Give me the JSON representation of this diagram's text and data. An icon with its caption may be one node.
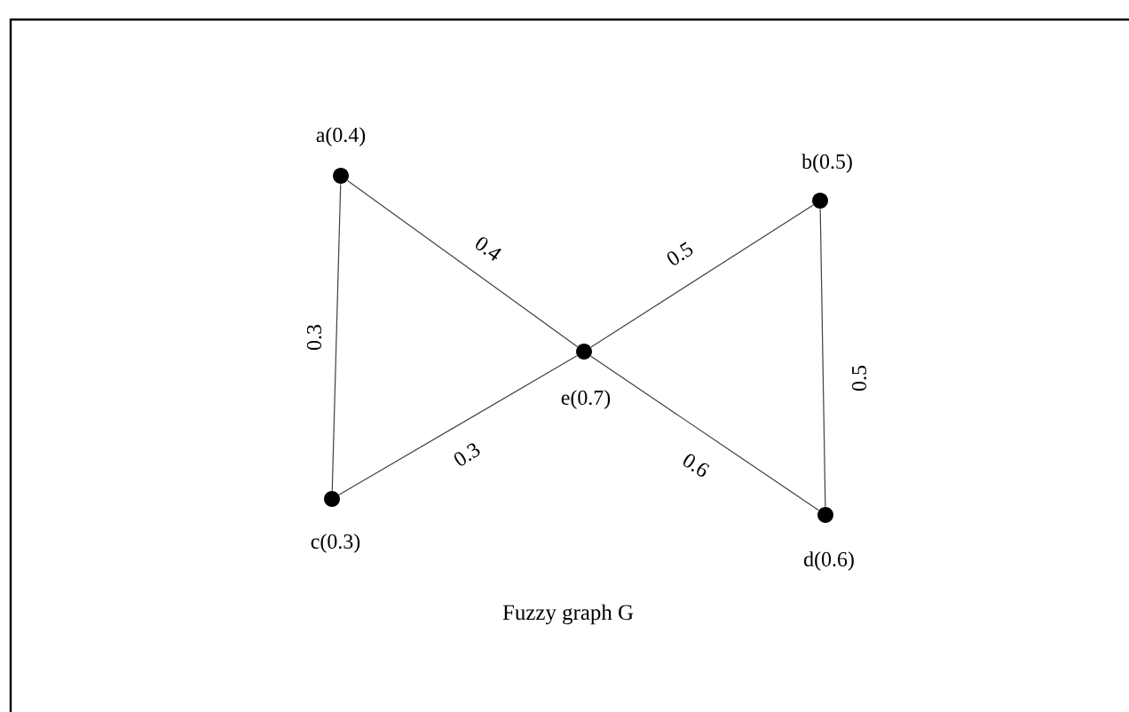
{
  "diagram": {
    "caption": "Fuzzy graph G",
    "nodes": [
      {
        "text": [],
        "shape": "circle",
        "beside": [
          "a(0.4)"
        ]
      },
      {
        "text": [],
        "shape": "circle",
        "beside": [
          "b(0.5)"
        ]
      },
      {
        "text": [],
        "shape": "circle",
        "beside": [
          "c(0.3)"
        ]
      },
      {
        "text": [],
        "shape": "circle",
        "beside": [
          "d(0.6)"
        ]
      },
      {
        "text": [],
        "shape": "circle",
        "beside": [
          "e(0.7)"
        ]
      }
    ],
    "edges": [
      {
        "from": 0,
        "to": 2,
        "arrow": "none",
        "label": "0.3"
      },
      {
        "from": 0,
        "to": 4,
        "arrow": "none",
        "label": "0.4"
      },
      {
        "from": 4,
        "to": 1,
        "arrow": "none",
        "label": "0.5"
      },
      {
        "from": 2,
        "to": 4,
        "arrow": "none",
        "label": "0.3"
      },
      {
        "from": 4,
        "to": 3,
        "arrow": "none",
        "label": "0.6"
      },
      {
        "from": 1,
        "to": 3,
        "arrow": "none",
        "label": "0.5"
      }
    ]
  }
}
